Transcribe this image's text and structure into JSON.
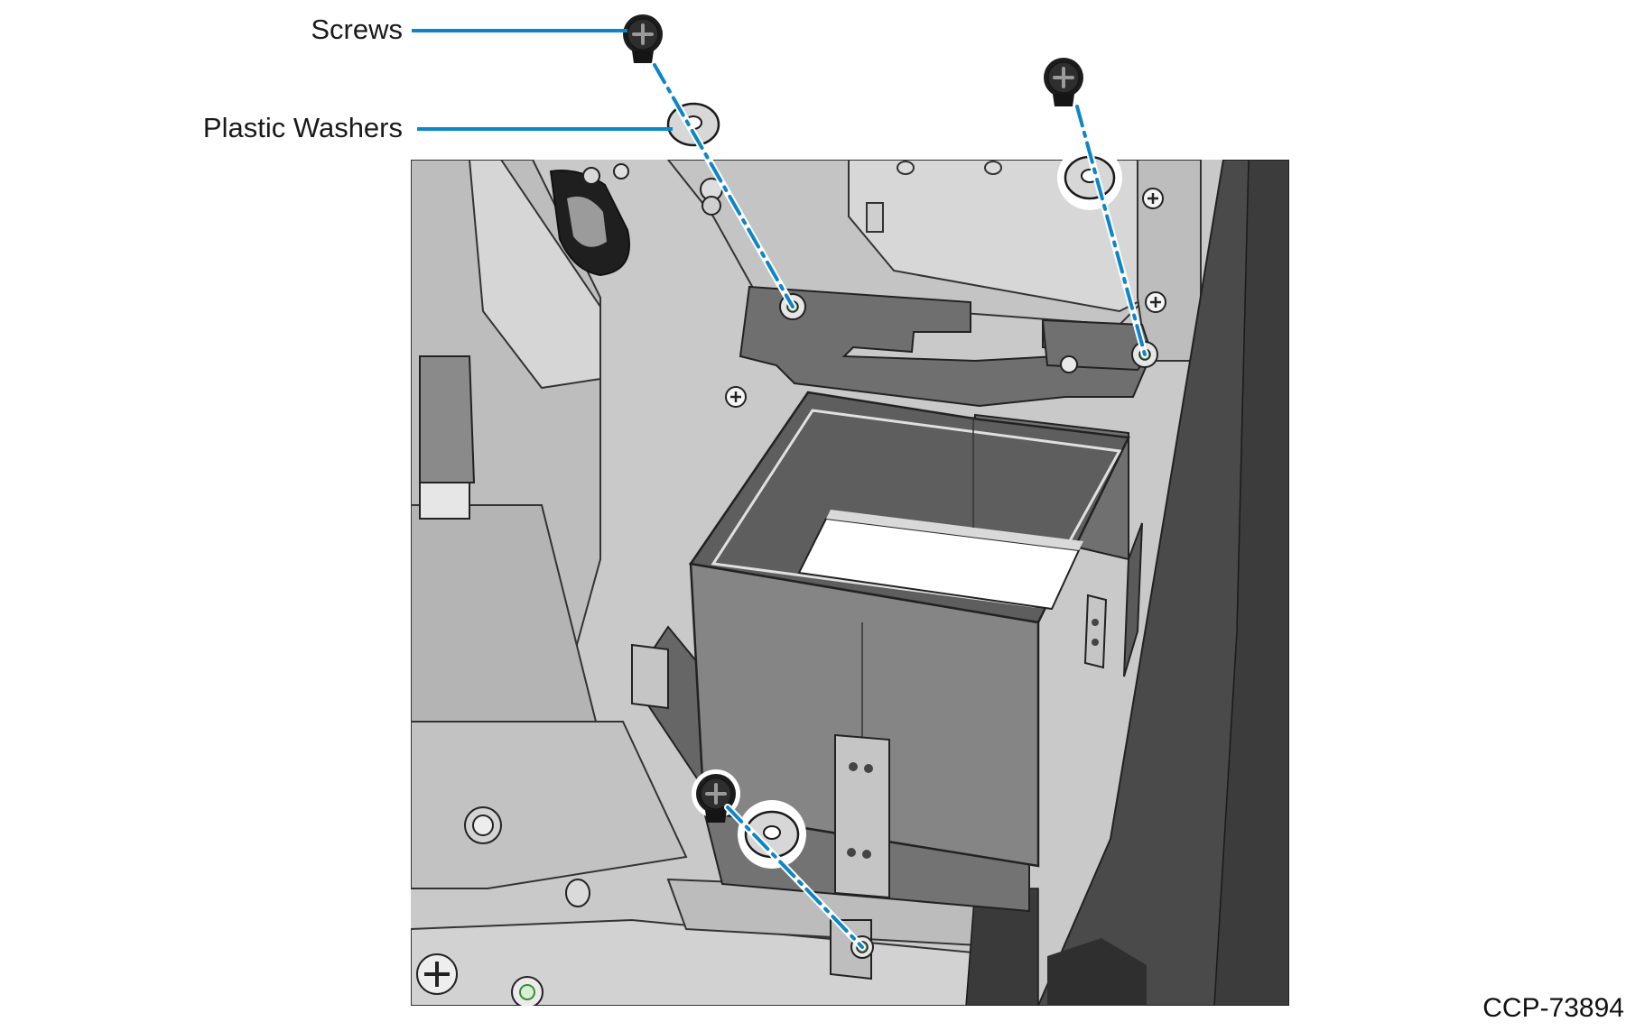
{
  "callouts": {
    "screws_label": "Screws",
    "washers_label": "Plastic Washers"
  },
  "figure_id": "CCP-73894",
  "colors": {
    "callout_line": "#0d86c8",
    "part_dark": "#7a7a7a",
    "part_mid": "#a9a9a9",
    "part_light": "#cfcfcf",
    "bezel": "#444444",
    "background": "#ffffff"
  },
  "parts": {
    "screw_count": 3,
    "washer_count": 3,
    "icons": [
      "screw-icon",
      "washer-icon"
    ]
  }
}
